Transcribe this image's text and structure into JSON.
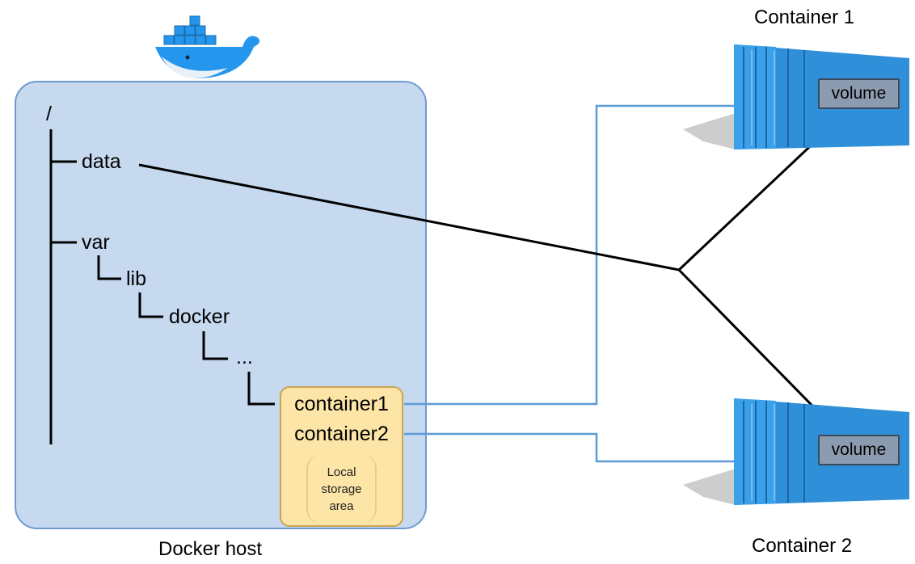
{
  "host": {
    "caption": "Docker host",
    "root": "/",
    "tree": {
      "data": "data",
      "var": "var",
      "lib": "lib",
      "docker": "docker",
      "ellipsis": "...",
      "container1": "container1",
      "container2": "container2"
    },
    "local_storage": [
      "Local",
      "storage",
      "area"
    ]
  },
  "containers": [
    {
      "title": "Container 1",
      "volume": "volume"
    },
    {
      "title": "Container 2",
      "volume": "volume"
    }
  ],
  "colors": {
    "host_fill": "#c6d9ef",
    "storage_fill": "#fce5a7",
    "link_blue": "#5b9bd5",
    "container_blue": "#2f8fd8",
    "volume_fill": "#8c9cb0"
  },
  "icons": [
    "docker-whale-icon",
    "shipping-container-icon"
  ]
}
